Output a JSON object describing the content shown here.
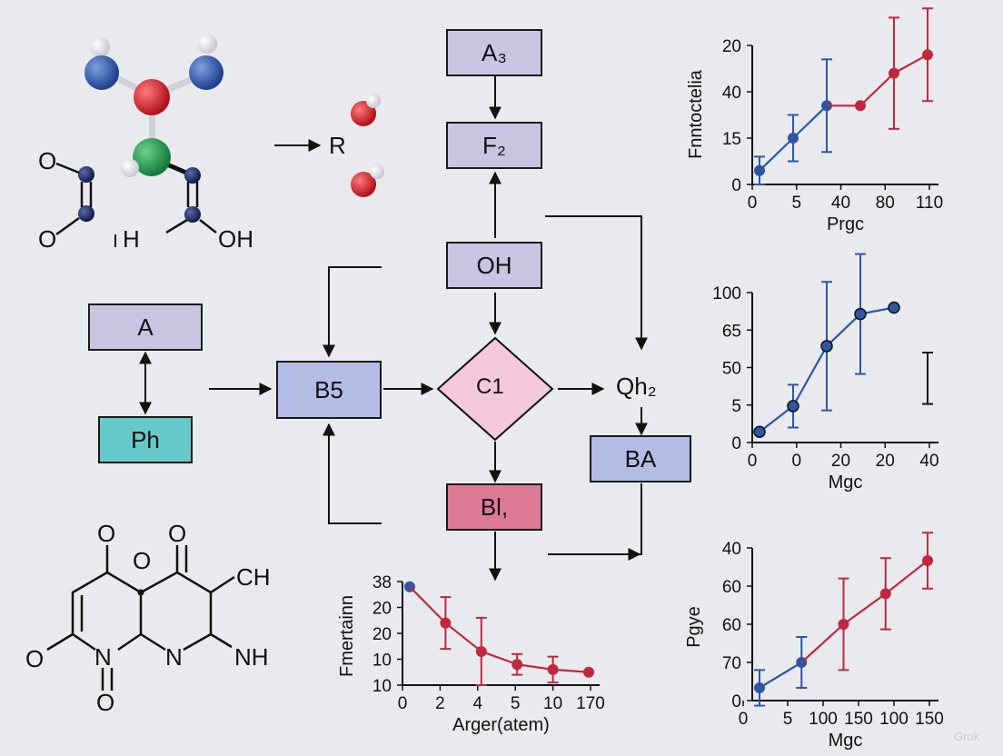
{
  "flowchart": {
    "nodes": {
      "a3": "A₃",
      "f2": "F₂",
      "oh": "OH",
      "a": "A",
      "ph": "Ph",
      "b5": "B5",
      "c1": "C1",
      "qh2": "Qh₂",
      "ba": "BA",
      "bl": "Bl,"
    },
    "arrow_label_r": "R"
  },
  "molecule_top": {
    "labels": [
      "O",
      "O",
      "H",
      "OH"
    ]
  },
  "molecule_bottom": {
    "labels": [
      "O",
      "O",
      "O",
      "CH",
      "O",
      "N",
      "N",
      "NH",
      "O"
    ]
  },
  "colors": {
    "blue_series": "#2f56a3",
    "red_series": "#c0283f",
    "background": "#e8eaee"
  },
  "chart_data": [
    {
      "type": "line",
      "ylabel": "Fnntoctelia",
      "xlabel": "Prgc",
      "x_ticks": [
        "0",
        "5",
        "40",
        "80",
        "110"
      ],
      "y_ticks": [
        "0",
        "15",
        "40",
        "20"
      ],
      "series": [
        {
          "color": "#2f56a3",
          "points": [
            {
              "x": "0",
              "y": 3,
              "err": 3
            },
            {
              "x": "5",
              "y": 10,
              "err": 5
            },
            {
              "x": "40",
              "y": 17,
              "err": 10
            }
          ]
        },
        {
          "color": "#c0283f",
          "points": [
            {
              "x": "40",
              "y": 17
            },
            {
              "x": "80",
              "y": 24,
              "err": 12
            },
            {
              "x": "110",
              "y": 28,
              "err": 10
            }
          ]
        }
      ]
    },
    {
      "type": "line",
      "ylabel": "",
      "xlabel": "Mgc",
      "x_ticks": [
        "0",
        "0",
        "20",
        "20",
        "40"
      ],
      "y_ticks": [
        "0",
        "5",
        "50",
        "65",
        "100"
      ],
      "series": [
        {
          "color": "#2f56a3",
          "points": [
            {
              "x": "0",
              "y": 5
            },
            {
              "x": "0",
              "y": 17,
              "err": 10
            },
            {
              "x": "20",
              "y": 45,
              "err": 30
            },
            {
              "x": "20",
              "y": 60,
              "err": 28
            },
            {
              "x": "40",
              "y": 63
            }
          ]
        },
        {
          "color": "#1a1a1a",
          "points": [
            {
              "x": "40",
              "y": 30,
              "err": 12
            }
          ]
        }
      ]
    },
    {
      "type": "line",
      "ylabel": "Fmertainn",
      "xlabel": "Arger(atem)",
      "x_ticks": [
        "0",
        "2",
        "4",
        "5",
        "10",
        "170"
      ],
      "y_ticks": [
        "10",
        "10",
        "20",
        "20",
        "38"
      ],
      "series": [
        {
          "color": "#2f56a3",
          "points": [
            {
              "x": "0",
              "y": 38
            }
          ]
        },
        {
          "color": "#c0283f",
          "points": [
            {
              "x": "2",
              "y": 24,
              "err": 10
            },
            {
              "x": "4",
              "y": 13,
              "err": 13
            },
            {
              "x": "5",
              "y": 8,
              "err": 4
            },
            {
              "x": "10",
              "y": 6,
              "err": 5
            },
            {
              "x": "170",
              "y": 5
            }
          ]
        }
      ]
    },
    {
      "type": "line",
      "ylabel": "Pgye",
      "xlabel": "Mgc",
      "x_ticks": [
        "0",
        "5",
        "100",
        "150",
        "100",
        "150"
      ],
      "y_ticks": [
        "0",
        "70",
        "60",
        "60",
        "40"
      ],
      "series": [
        {
          "color": "#2f56a3",
          "points": [
            {
              "x": "5",
              "y": 5,
              "err": 7
            },
            {
              "x": "100",
              "y": 15,
              "err": 10
            }
          ]
        },
        {
          "color": "#c0283f",
          "points": [
            {
              "x": "150",
              "y": 30,
              "err": 18
            },
            {
              "x": "100",
              "y": 42,
              "err": 14
            },
            {
              "x": "150",
              "y": 55,
              "err": 11
            }
          ]
        }
      ]
    }
  ],
  "watermark": "Grok"
}
